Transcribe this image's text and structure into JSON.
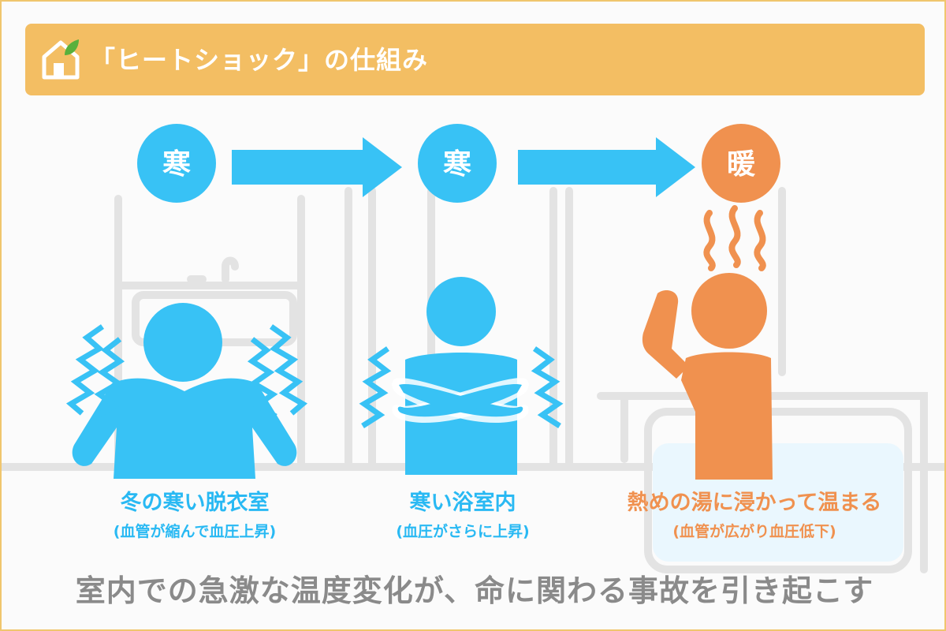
{
  "header": {
    "title": "「ヒートショック」の仕組み",
    "logo_icon": "house-leaf-icon"
  },
  "steps": [
    {
      "badge": "寒",
      "badge_color": "#38c2f5",
      "title": "冬の寒い脱衣室",
      "subtitle": "(血管が縮んで血圧上昇)",
      "figure": "person-shivering-icon"
    },
    {
      "badge": "寒",
      "badge_color": "#38c2f5",
      "title": "寒い浴室内",
      "subtitle": "(血圧がさらに上昇)",
      "figure": "person-arms-crossed-shivering-icon"
    },
    {
      "badge": "暖",
      "badge_color": "#f0914f",
      "title": "熱めの湯に浸かって温まる",
      "subtitle": "(血管が広がり血圧低下)",
      "figure": "person-warm-bath-icon"
    }
  ],
  "footer": {
    "text": "室内での急激な温度変化が、命に関わる事故を引き起こす"
  },
  "colors": {
    "accent_header": "#f3be63",
    "cold": "#38c2f5",
    "warm": "#f0914f",
    "footer_text": "#8a8a8a"
  }
}
